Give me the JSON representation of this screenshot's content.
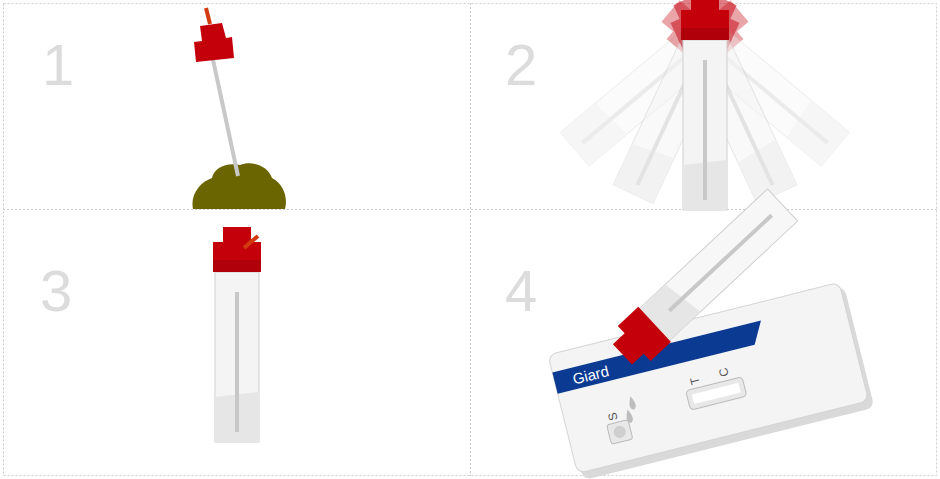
{
  "diagram": {
    "labels": [
      "1",
      "2",
      "3",
      "4",
      "Giard",
      "S",
      "T",
      "C"
    ]
  }
}
